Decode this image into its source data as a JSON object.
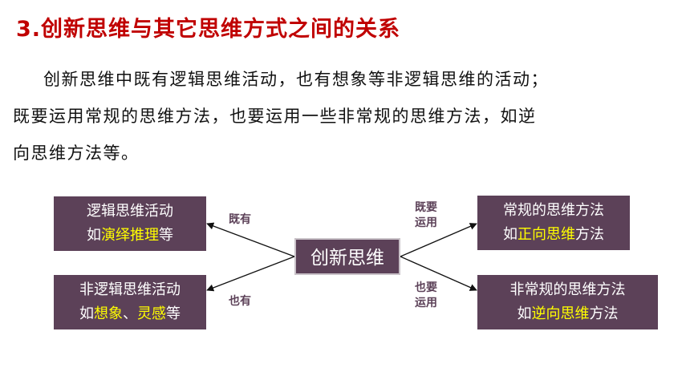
{
  "title": "3.创新思维与其它思维方式之间的关系",
  "paragraph": {
    "line1": "创新思维中既有逻辑思维活动，也有想象等非逻辑思维的活动；",
    "line2": "既要运用常规的思维方法，也要运用一些非常规的思维方法，如逆",
    "line3": "向思维方法等。"
  },
  "diagram": {
    "center": "创新思维",
    "top_left": {
      "line1": "逻辑思维活动",
      "pre": "如",
      "hl": "演绎推理",
      "post": "等"
    },
    "bottom_left": {
      "line1": "非逻辑思维活动",
      "pre": "如",
      "hl1": "想象",
      "sep": "、",
      "hl2": "灵感",
      "post": "等"
    },
    "top_right": {
      "line1": "常规的思维方法",
      "pre": "如",
      "hl": "正向思维",
      "post": "方法"
    },
    "bottom_right": {
      "line1": "非常规的思维方法",
      "pre": "如",
      "hl": "逆向思维",
      "post": "方法"
    },
    "labels": {
      "top_left": "既有",
      "bottom_left": "也有",
      "top_right_1": "既要",
      "top_right_2": "运用",
      "bottom_right_1": "也要",
      "bottom_right_2": "运用"
    }
  }
}
